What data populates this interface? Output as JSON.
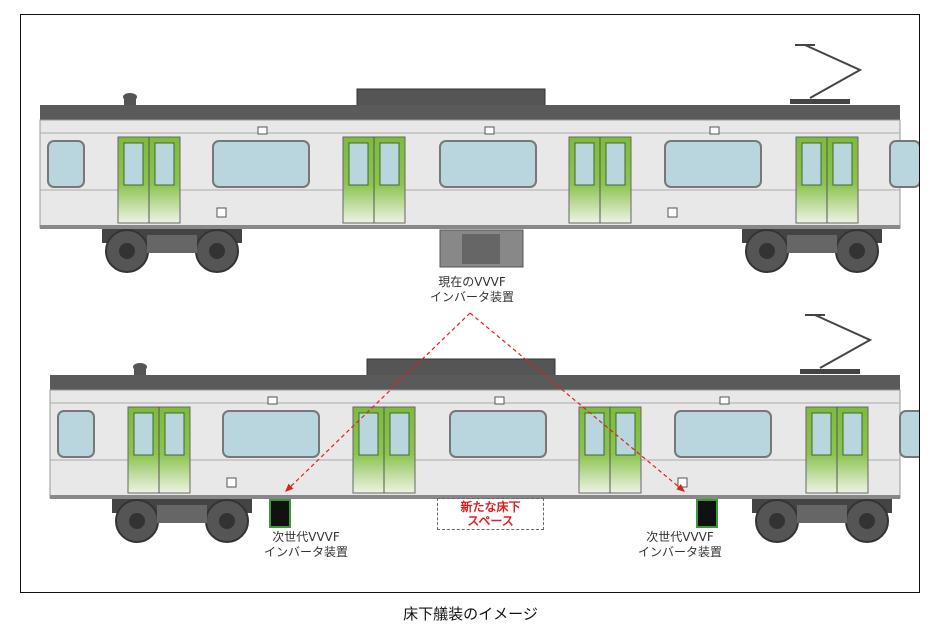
{
  "labels": {
    "current_inverter": [
      "現在のVVVF",
      "インバータ装置"
    ],
    "next_inverter_left": [
      "次世代VVVF",
      "インバータ装置"
    ],
    "next_inverter_right": [
      "次世代VVVF",
      "インバータ装置"
    ],
    "new_space": [
      "新たな床下",
      "スペース"
    ]
  },
  "caption": "床下艤装のイメージ",
  "colors": {
    "arrow": "#e0201f",
    "door_green": "#7dbb3c",
    "window": "#b9d6df",
    "body": "#e8e8e8",
    "roof": "#5a5a5a"
  }
}
